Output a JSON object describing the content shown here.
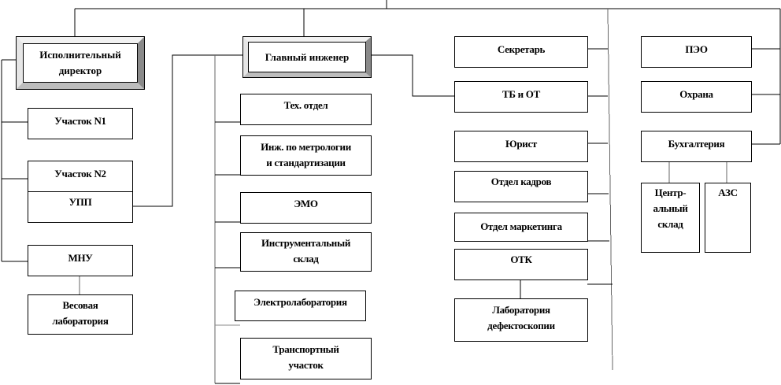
{
  "exec_director": {
    "line1": "Исполнительный",
    "line2": "директор"
  },
  "chief_engineer": {
    "label": "Главный инженер"
  },
  "exec_units": {
    "site1": "Участок N1",
    "site2": "Участок N2",
    "upp": "УПП",
    "mnu": "МНУ",
    "weigh_lab": {
      "line1": "Весовая",
      "line2": "лаборатория"
    }
  },
  "engineer_units": {
    "tech_dept": "Тех. отдел",
    "metrology": {
      "line1": "Инж. по метрологии",
      "line2": "и стандартизации"
    },
    "emo": "ЭМО",
    "tool_store": {
      "line1": "Инструментальный",
      "line2": "склад"
    },
    "electrolab": "Электролаборатория",
    "transport": {
      "line1": "Транспортный",
      "line2": "участок"
    }
  },
  "staff_units": {
    "secretary": "Секретарь",
    "safety": "ТБ и ОТ",
    "lawyer": "Юрист",
    "hr": "Отдел кадров",
    "marketing": "Отдел маркетинга",
    "otk": "ОТК",
    "defect_lab": {
      "line1": "Лаборатория",
      "line2": "дефектоскопии"
    }
  },
  "finance_units": {
    "peo": "ПЭО",
    "security": "Охрана",
    "accounting": "Бухгалтерия",
    "central_store": {
      "line1": "Центр-",
      "line2": "альный",
      "line3": "склад"
    },
    "azs": "АЗС"
  }
}
